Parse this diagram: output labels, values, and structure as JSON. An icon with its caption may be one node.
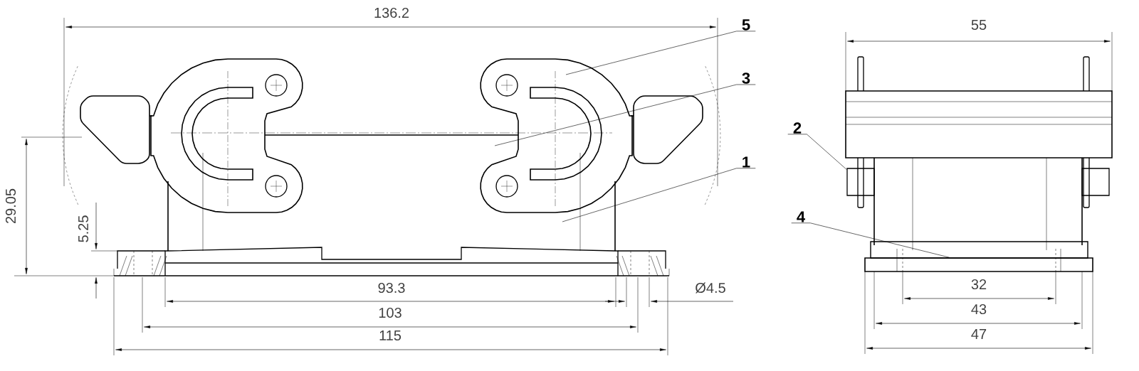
{
  "diagram": {
    "nodes": [
      {
        "text": [
          "5"
        ]
      },
      {
        "text": [
          "3"
        ]
      },
      {
        "text": [
          "1"
        ]
      },
      {
        "text": [
          "2"
        ]
      },
      {
        "text": [
          "4"
        ]
      },
      {
        "text": [],
        "shape": "box"
      },
      {
        "text": [],
        "shape": "box"
      }
    ],
    "edges": [
      {
        "from": 0,
        "to": null,
        "arrow": "none"
      },
      {
        "from": 1,
        "to": null,
        "arrow": "none"
      },
      {
        "from": 2,
        "to": null,
        "arrow": "none"
      },
      {
        "from": 3,
        "to": 6,
        "arrow": "none"
      },
      {
        "from": 4,
        "to": 5,
        "arrow": "none"
      }
    ],
    "labels": [
      "136.2",
      "55",
      "29.05",
      "5.25",
      "32",
      "93.3",
      "Ø4.5",
      "43",
      "103",
      "47",
      "115"
    ]
  }
}
